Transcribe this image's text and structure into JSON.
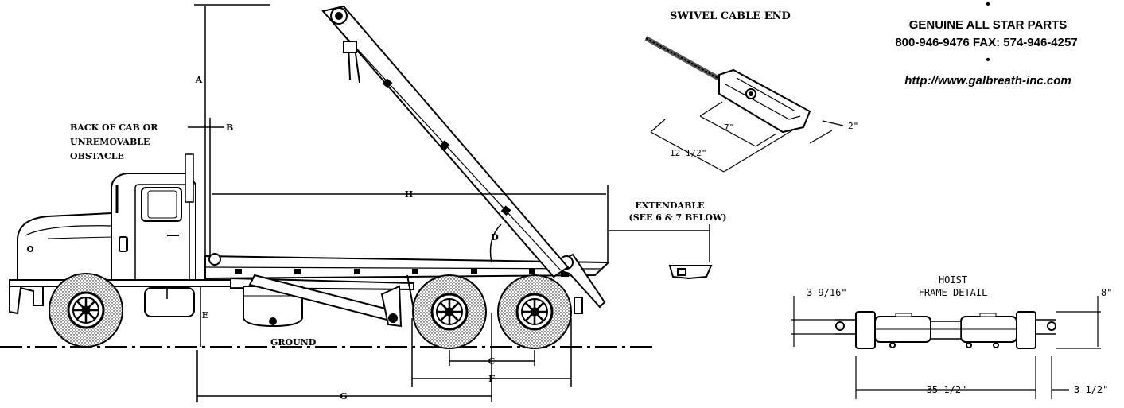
{
  "header": {
    "company": "GENUINE ALL STAR PARTS",
    "phone_line": "800-946-9476   FAX:  574-946-4257",
    "website": "http://www.galbreath-inc.com",
    "bullet": "•"
  },
  "truck_diagram": {
    "dim_a": "A",
    "dim_b": "B",
    "dim_c": "C",
    "dim_d": "D",
    "dim_e": "E",
    "dim_f": "F",
    "dim_g": "G",
    "dim_h": "H",
    "cab_label_1": "BACK OF CAB OR",
    "cab_label_2": "UNREMOVABLE",
    "cab_label_3": "OBSTACLE",
    "extendable_1": "EXTENDABLE",
    "extendable_2": "(SEE 6 & 7 BELOW)",
    "ground": "GROUND"
  },
  "swivel": {
    "title": "SWIVEL CABLE END",
    "dim_length": "12 1/2\"",
    "dim_inner": "7\"",
    "dim_width": "2\""
  },
  "hoist": {
    "title_1": "HOIST",
    "title_2": "FRAME DETAIL",
    "dim_left_height": "3 9/16\"",
    "dim_right_height": "8\"",
    "dim_center": "35 1/2\"",
    "dim_right_width": "3 1/2\""
  }
}
